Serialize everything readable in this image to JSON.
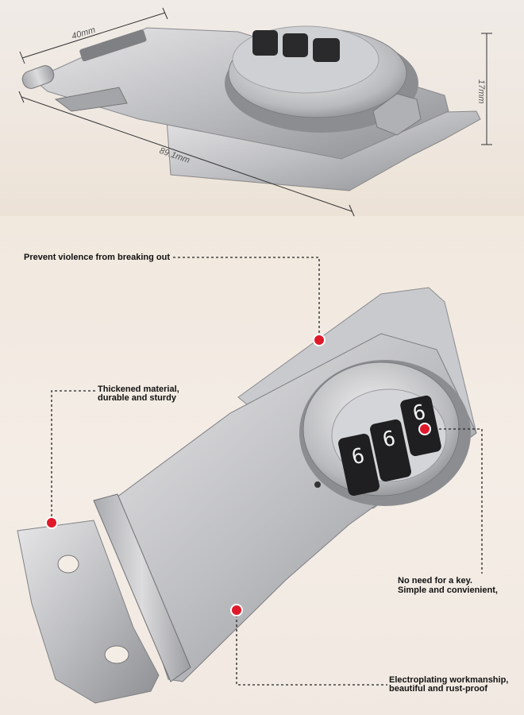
{
  "dimensions": {
    "width": "40mm",
    "length": "89.1mm",
    "height": "17mm"
  },
  "dial_digits": [
    "6",
    "6",
    "6"
  ],
  "callouts": {
    "violence": "Prevent violence from breaking out",
    "material_line1": "Thickened material,",
    "material_line2": "durable and sturdy",
    "key_line1": "No need for a key.",
    "key_line2": "Simple and convienient,",
    "plating_line1": "Electroplating workmanship,",
    "plating_line2": "beautiful and rust-proof"
  },
  "colors": {
    "marker": "#e0192a",
    "metal_light": "#d9d9db",
    "metal_dark": "#8e8f93"
  }
}
